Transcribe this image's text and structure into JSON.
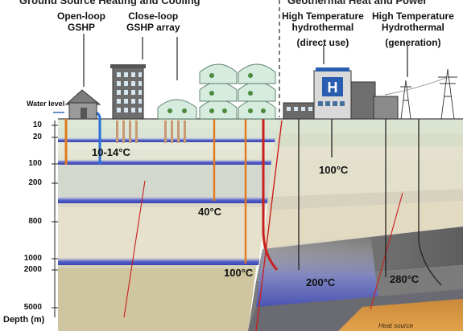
{
  "headers": {
    "left": "Ground Source Heating and Cooling",
    "right": "Geothermal Heat and Power"
  },
  "labels": {
    "open_loop": [
      "Open-loop",
      "GSHP"
    ],
    "close_loop": [
      "Close-loop",
      "GSHP array"
    ],
    "direct_use": [
      "High Temperature",
      "hydrothermal",
      "(direct use)"
    ],
    "generation": [
      "High Temperature",
      "Hydrothermal",
      "(generation)"
    ],
    "water_level": "Water level",
    "depth_axis": "Depth (m)",
    "heat_source": "Heat source"
  },
  "depth_ticks": [
    "10",
    "20",
    "100",
    "200",
    "800",
    "1000",
    "2000",
    "5000"
  ],
  "temperatures": {
    "shallow": "10-14°C",
    "medium": "40°C",
    "deep": "100°C",
    "direct_use": "100°C",
    "hot": "200°C",
    "generation": "280°C"
  },
  "colors": {
    "orange_well": "#e07a1c",
    "blue_well": "#2a6fd6",
    "red_fault": "#c8201c",
    "aquifer_blue": "#4a56c4"
  }
}
